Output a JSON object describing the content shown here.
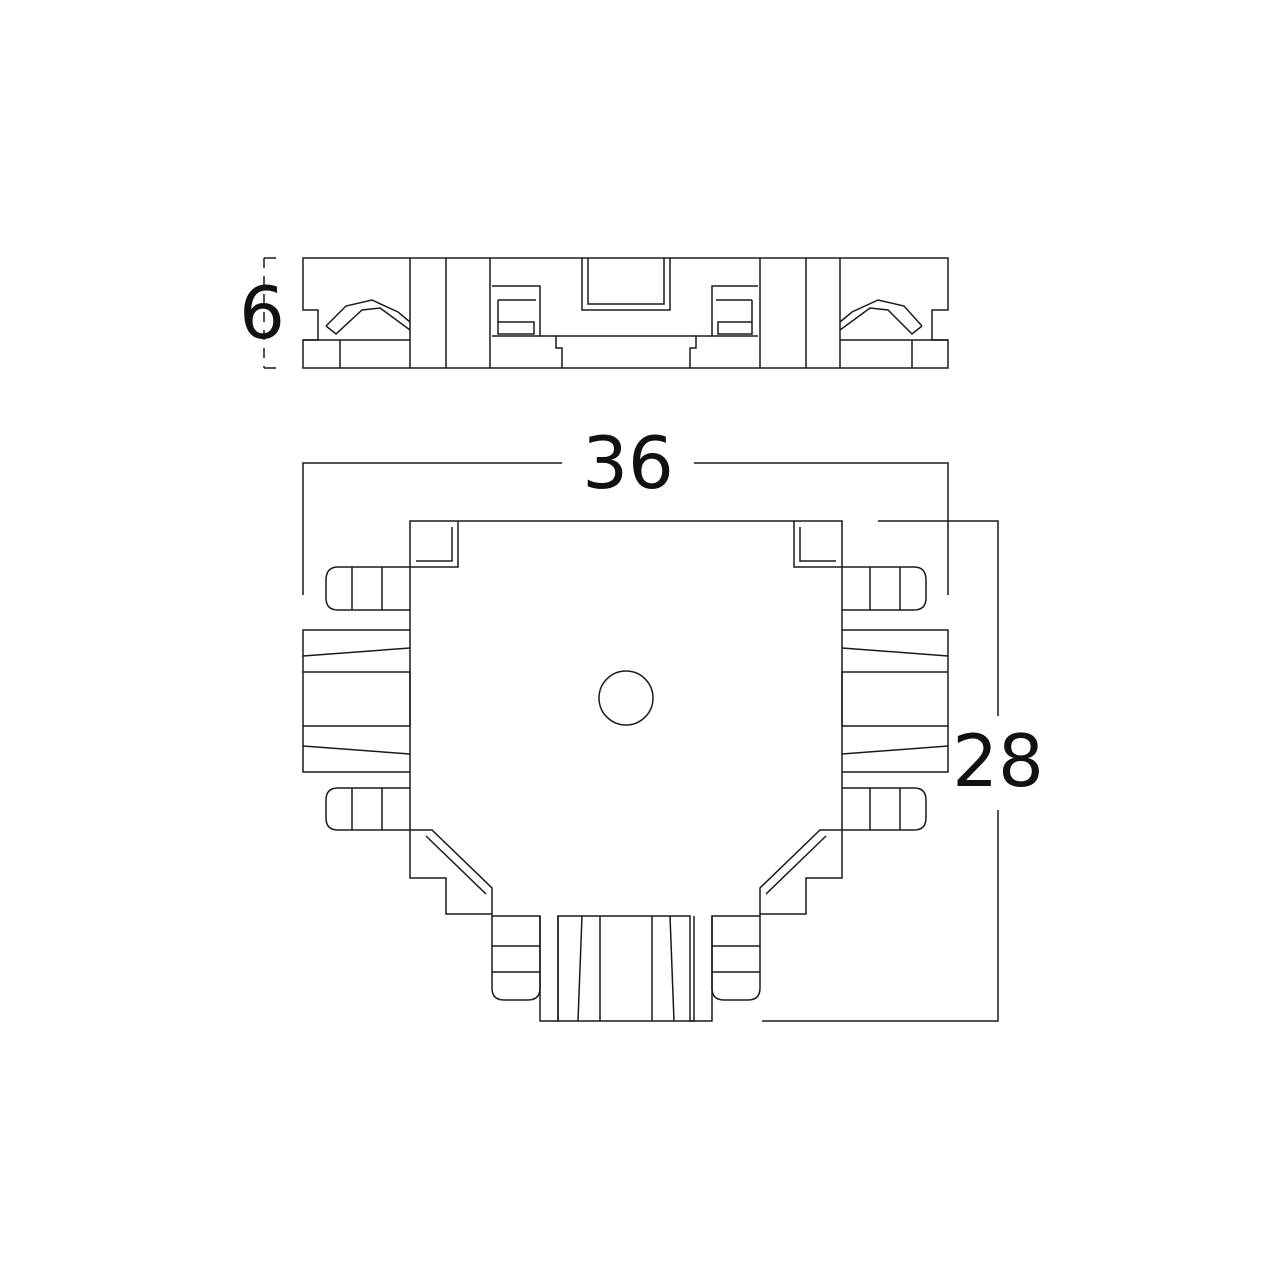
{
  "dimensions": {
    "height": "6",
    "width": "36",
    "depth": "28"
  },
  "colors": {
    "line": "#1a1a1a",
    "background": "#ffffff"
  }
}
